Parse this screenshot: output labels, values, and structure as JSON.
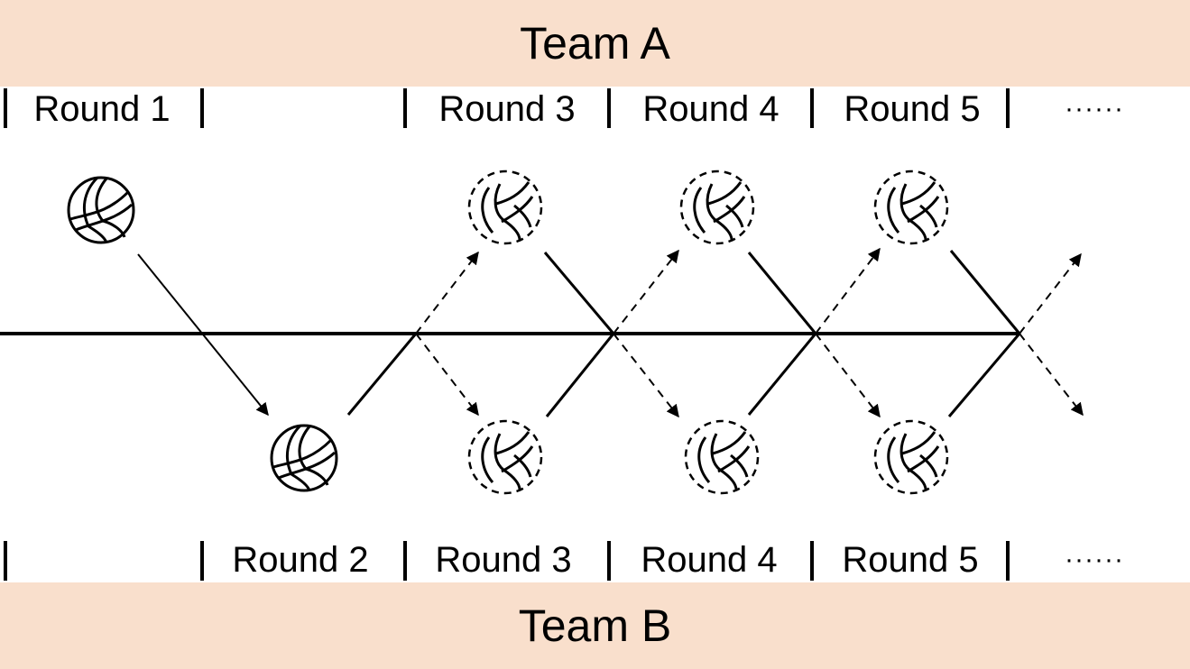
{
  "team_a": {
    "label": "Team A"
  },
  "team_b": {
    "label": "Team B"
  },
  "team_a_rounds": [
    {
      "label": "Round 1"
    },
    {
      "label": ""
    },
    {
      "label": "Round 3"
    },
    {
      "label": "Round 4"
    },
    {
      "label": "Round 5"
    },
    {
      "label": "······"
    }
  ],
  "team_b_rounds": [
    {
      "label": ""
    },
    {
      "label": "Round 2"
    },
    {
      "label": "Round 3"
    },
    {
      "label": "Round 4"
    },
    {
      "label": "Round 5"
    },
    {
      "label": "······"
    }
  ],
  "colors": {
    "band": "#f9dfcc",
    "line": "#000000"
  },
  "icons": {
    "ball": "volleyball-icon",
    "possible_ball": "possible-volleyball-icon"
  }
}
